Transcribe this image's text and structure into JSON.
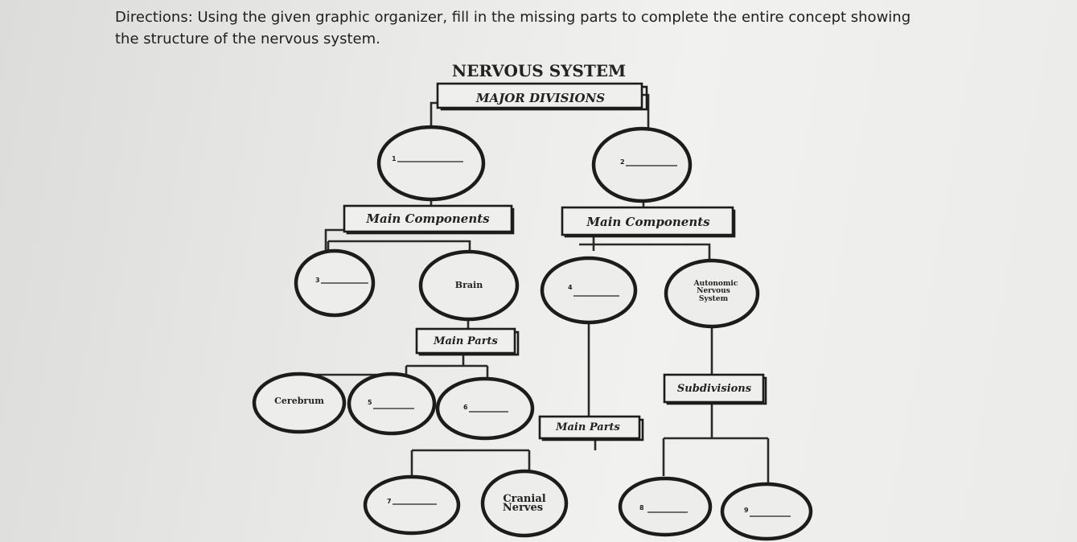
{
  "directions": "Directions: Using the given graphic organizer, fill in the missing parts to complete the entire concept showing the structure of the nervous system.",
  "diagram": {
    "title": "NERVOUS SYSTEM",
    "major_divisions": "MAJOR DIVISIONS",
    "blank_1": "1",
    "blank_2": "2",
    "main_components_left": "Main Components",
    "main_components_right": "Main Components",
    "blank_3": "3",
    "brain": "Brain",
    "blank_4": "4",
    "ans_line1": "Autonomic",
    "ans_line2": "Nervous",
    "ans_line3": "System",
    "main_parts_brain": "Main Parts",
    "subdivisions": "Subdivisions",
    "cerebrum": "Cerebrum",
    "blank_5": "5",
    "blank_6": "6",
    "main_parts_pns": "Main Parts",
    "blank_7": "7",
    "cranial_line1": "Cranial",
    "cranial_line2": "Nerves",
    "blank_8": "8",
    "blank_9": "9"
  }
}
